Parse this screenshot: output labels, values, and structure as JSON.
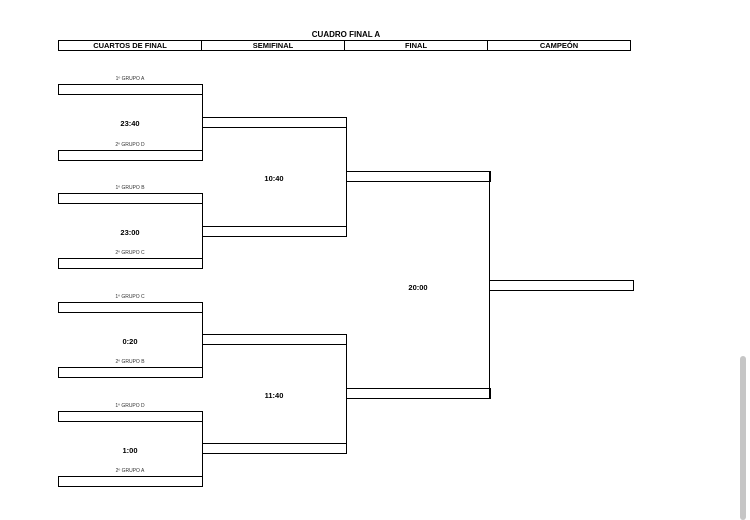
{
  "title": "CUADRO FINAL A",
  "columns": [
    "CUARTOS DE FINAL",
    "SEMIFINAL",
    "FINAL",
    "CAMPEÓN"
  ],
  "quarterfinals": [
    {
      "top": "1º GRUPO A",
      "time": "23:40",
      "bottom": "2º GRUPO D"
    },
    {
      "top": "1º GRUPO B",
      "time": "23:00",
      "bottom": "2º GRUPO C"
    },
    {
      "top": "1º GRUPO C",
      "time": "0:20",
      "bottom": "2º GRUPO B"
    },
    {
      "top": "1º GRUPO D",
      "time": "1:00",
      "bottom": "2º GRUPO A"
    }
  ],
  "semifinals": [
    {
      "time": "10:40"
    },
    {
      "time": "11:40"
    }
  ],
  "final": {
    "time": "20:00"
  }
}
